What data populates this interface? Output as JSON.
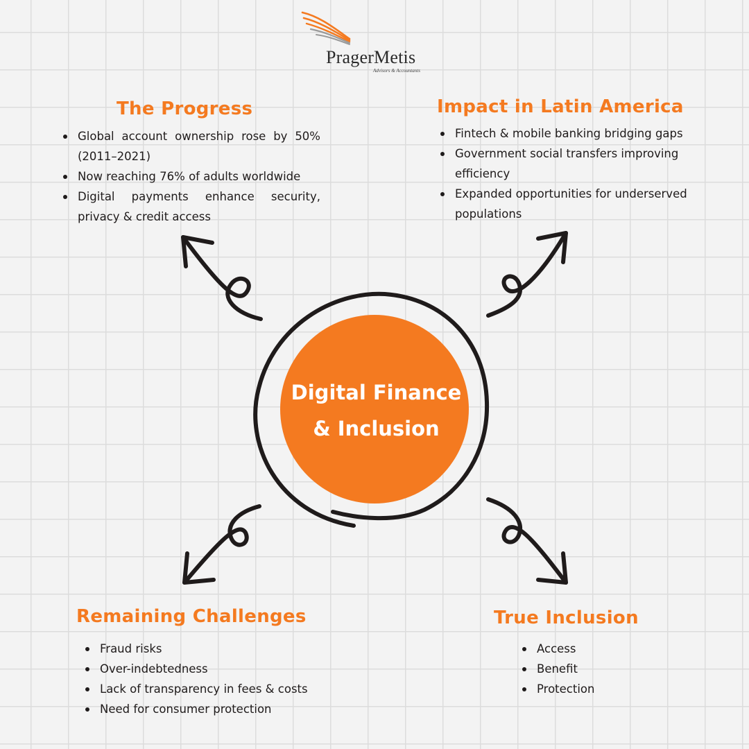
{
  "logo": {
    "name": "PragerMetis",
    "tagline": "Advisors & Accountants"
  },
  "center": {
    "title_line1": "Digital Finance",
    "title_line2": "& Inclusion"
  },
  "sections": {
    "progress": {
      "title": "The Progress",
      "items": [
        "Global account ownership rose by 50% (2011–2021)",
        "Now reaching 76% of adults worldwide",
        "Digital payments enhance security, privacy & credit access"
      ]
    },
    "latam": {
      "title": "Impact in Latin America",
      "items": [
        "Fintech & mobile banking bridging gaps",
        "Government social transfers improving efficiency",
        "Expanded opportunities for underserved populations"
      ]
    },
    "challenges": {
      "title": "Remaining Challenges",
      "items": [
        "Fraud risks",
        "Over-indebtedness",
        "Lack of transparency in fees & costs",
        "Need for consumer protection"
      ]
    },
    "true_inclusion": {
      "title": "True Inclusion",
      "items": [
        "Access",
        "Benefit",
        "Protection"
      ]
    }
  },
  "colors": {
    "accent": "#f47a20",
    "ink": "#1f1b1b",
    "grid_background": "#f3f3f3",
    "grid_line": "#dcdcdc"
  },
  "icons": [
    "swoosh-logo-icon",
    "loop-arrow-icon",
    "bullet-dot-icon"
  ]
}
